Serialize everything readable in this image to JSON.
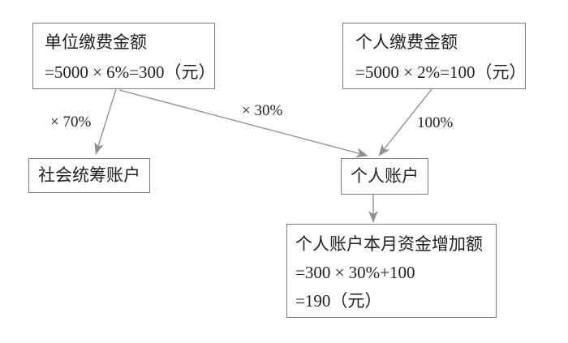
{
  "diagram": {
    "nodes": {
      "unit_contribution": {
        "title": "单位缴费金额",
        "formula": "=5000 × 6%=300（元）"
      },
      "personal_contribution": {
        "title": "个人缴费金额",
        "formula": "=5000 × 2%=100（元）"
      },
      "social_pooling_account": {
        "title": "社会统筹账户"
      },
      "personal_account": {
        "title": "个人账户"
      },
      "personal_account_increase": {
        "title": "个人账户本月资金增加额",
        "formula_line1": "=300 × 30%+100",
        "formula_line2": "=190（元）"
      }
    },
    "edge_labels": {
      "unit_to_pooling": "× 70%",
      "unit_to_personal_account": "× 30%",
      "personal_to_personal_account": "100%"
    },
    "colors": {
      "background": "#ffffff",
      "box_border": "#7d7d7d",
      "connector": "#8f8f8f",
      "text": "#1f1f1f"
    }
  }
}
